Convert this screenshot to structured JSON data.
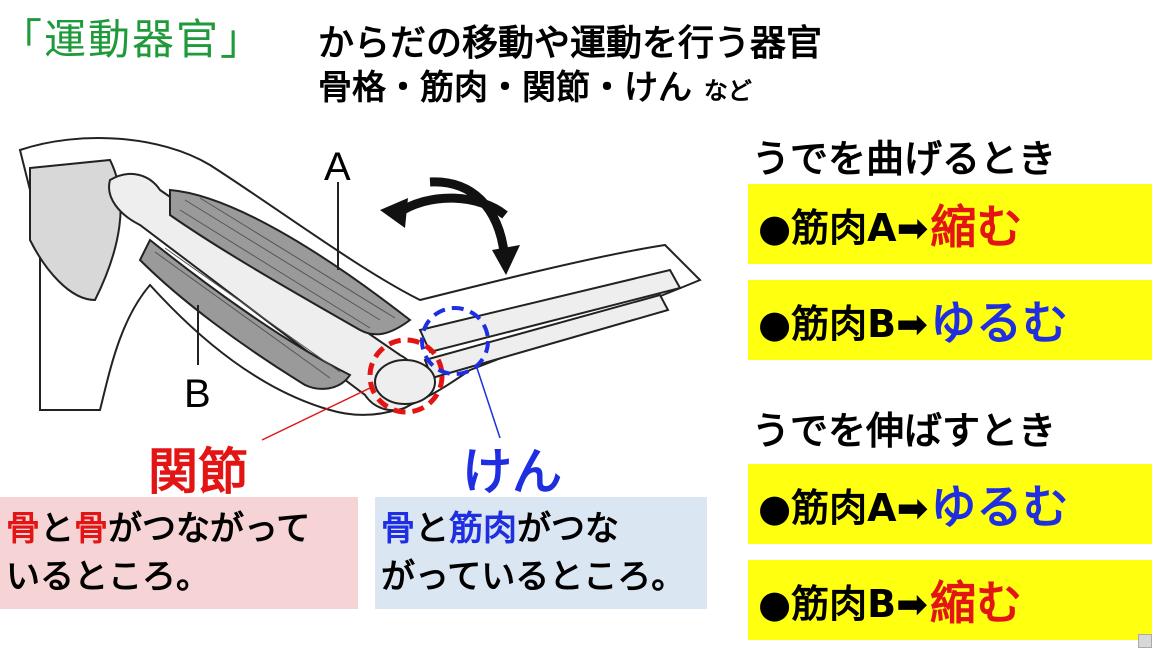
{
  "title": {
    "open_bracket": "「",
    "text": "運動器官",
    "close_bracket": "」"
  },
  "description": {
    "line1": "からだの移動や運動を行う器官",
    "line2": "骨格・筋肉・関節・けん",
    "line2_suffix": "など"
  },
  "figure": {
    "label_a": "A",
    "label_b": "B",
    "joint_circle_color": "#e31414",
    "tendon_circle_color": "#1f2ee0"
  },
  "joint": {
    "label": "関節",
    "box_line1_parts": [
      "骨",
      "と",
      "骨",
      "がつながって"
    ],
    "box_line2": "いるところ。"
  },
  "tendon": {
    "label": "けん",
    "box_line1_parts": [
      "骨",
      "と",
      "筋肉",
      "がつな"
    ],
    "box_line2": "がっているところ。"
  },
  "bend": {
    "title": "うでを曲げるとき",
    "rows": [
      {
        "prefix": "●筋肉A➡",
        "result": "縮む"
      },
      {
        "prefix": "●筋肉B➡",
        "result": "ゆるむ"
      }
    ]
  },
  "extend": {
    "title": "うでを伸ばすとき",
    "rows": [
      {
        "prefix": "●筋肉A➡",
        "result": "ゆるむ"
      },
      {
        "prefix": "●筋肉B➡",
        "result": "縮む"
      }
    ]
  },
  "colors": {
    "title_green": "#1f9a3a",
    "red": "#e31414",
    "blue": "#1f2ee0",
    "highlight_yellow": "#ffff10",
    "joint_box_pink": "#f6d4d6",
    "tendon_box_blue": "#dbe6f3"
  }
}
